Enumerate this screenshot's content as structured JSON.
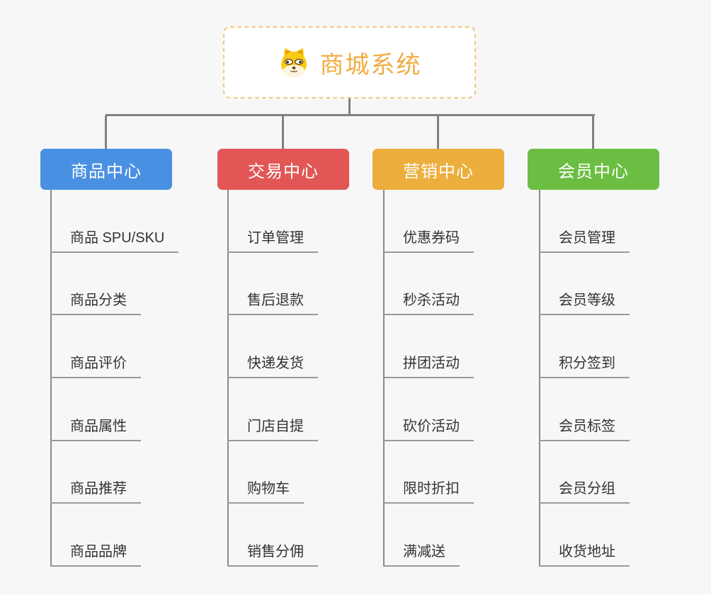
{
  "page": {
    "background_color": "#f7f7f7",
    "connector_color": "#808080",
    "child_text_color": "#333333",
    "child_underline_color": "#9a9a9a"
  },
  "root": {
    "title": "商城系统",
    "icon": "dog-face-icon",
    "title_color": "#f0ad45",
    "border_color": "#f3c87e",
    "background": "#ffffff"
  },
  "branches": [
    {
      "label": "商品中心",
      "color": "#4a90e2",
      "children": [
        "商品 SPU/SKU",
        "商品分类",
        "商品评价",
        "商品属性",
        "商品推荐",
        "商品品牌"
      ]
    },
    {
      "label": "交易中心",
      "color": "#e35656",
      "children": [
        "订单管理",
        "售后退款",
        "快递发货",
        "门店自提",
        "购物车",
        "销售分佣"
      ]
    },
    {
      "label": "营销中心",
      "color": "#ecae3d",
      "children": [
        "优惠券码",
        "秒杀活动",
        "拼团活动",
        "砍价活动",
        "限时折扣",
        "满减送"
      ]
    },
    {
      "label": "会员中心",
      "color": "#6cbe43",
      "children": [
        "会员管理",
        "会员等级",
        "积分签到",
        "会员标签",
        "会员分组",
        "收货地址"
      ]
    }
  ]
}
